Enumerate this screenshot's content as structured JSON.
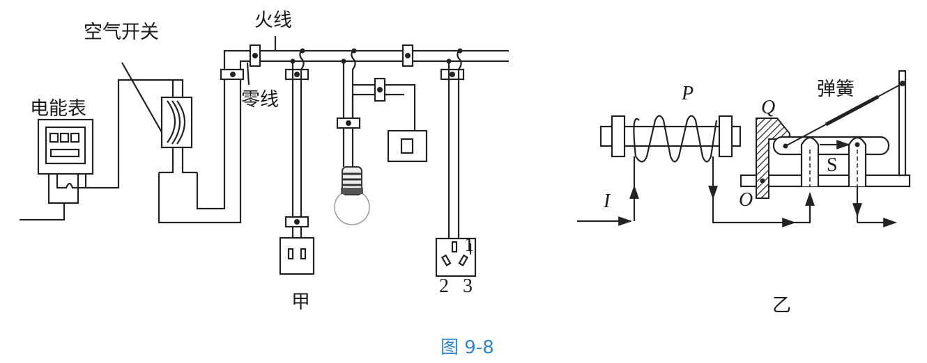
{
  "figure_a": {
    "label_live": "火线",
    "label_neutral": "零线",
    "label_breaker": "空气开关",
    "label_meter": "电能表",
    "socket_pins": [
      "1",
      "2",
      "3"
    ],
    "sublabel": "甲"
  },
  "figure_b": {
    "label_coil": "P",
    "label_iron": "Q",
    "label_spring": "弹簧",
    "label_switch": "S",
    "label_current": "I",
    "label_pivot": "O",
    "sublabel": "乙"
  },
  "caption": "图 9-8",
  "colors": {
    "caption": "#2f86c8",
    "line": "#222222"
  }
}
